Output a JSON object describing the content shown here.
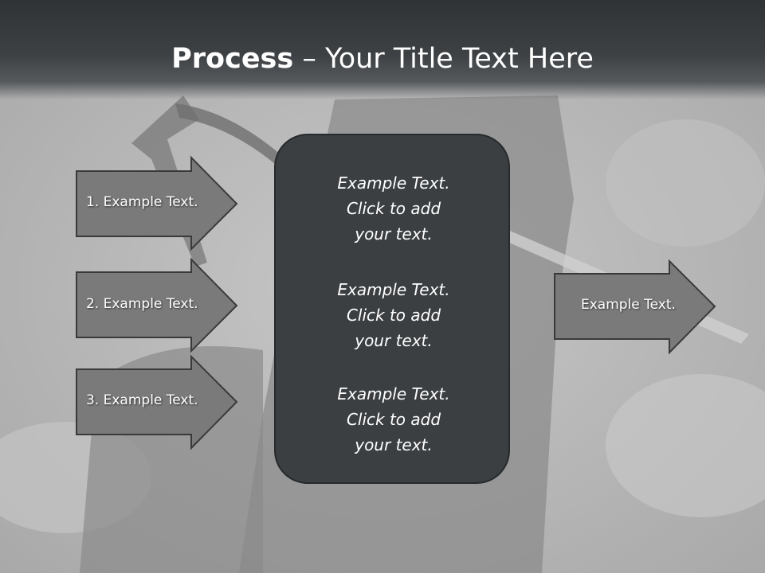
{
  "slide": {
    "title_bold": "Process",
    "title_dash": " – ",
    "title_rest": "Your Title Text Here"
  },
  "inputs": [
    {
      "label": "1. Example Text."
    },
    {
      "label": "2. Example Text."
    },
    {
      "label": "3. Example Text."
    }
  ],
  "center": {
    "blocks": [
      {
        "lines": [
          "Example Text.",
          "Click  to add",
          "your text."
        ]
      },
      {
        "lines": [
          "Example Text.",
          "Click  to add",
          "your text."
        ]
      },
      {
        "lines": [
          "Example Text.",
          "Click  to add",
          "your text."
        ]
      }
    ]
  },
  "output": {
    "label": "Example Text."
  },
  "colors": {
    "title_bar": "#3d4144",
    "arrow_fill": "#7a7a7a",
    "arrow_stroke": "#3a3a3a",
    "center_fill": "#3b3f42",
    "text": "#ffffff"
  }
}
